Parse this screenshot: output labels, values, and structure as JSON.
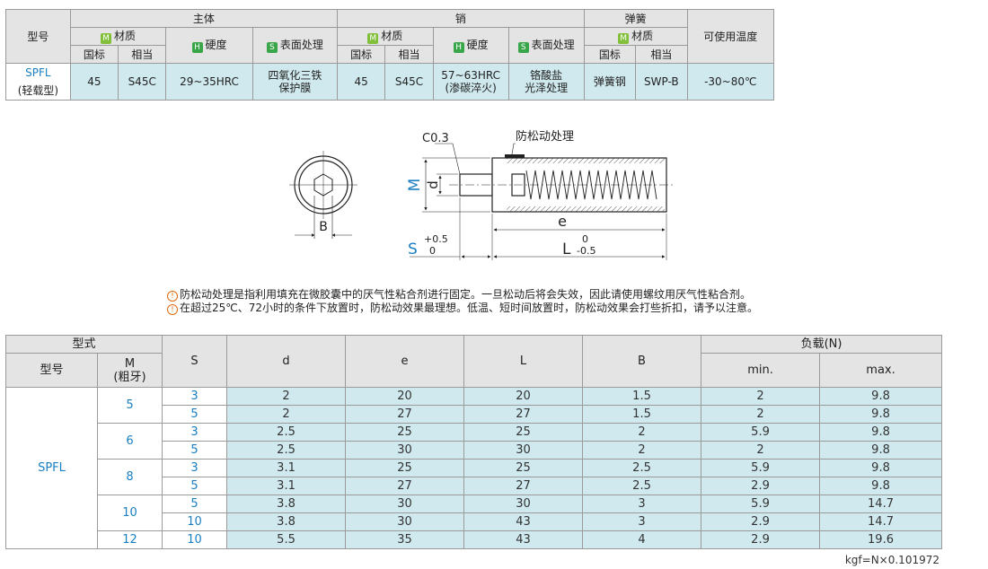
{
  "spec": {
    "header": {
      "model": "型号",
      "body": "主体",
      "pin": "销",
      "spring": "弹簧",
      "temp": "可使用温度",
      "material": "材质",
      "hardness": "硬度",
      "surface": "表面处理",
      "national": "国标",
      "equiv": "相当",
      "badge_m": "M",
      "badge_h": "H",
      "badge_s": "S"
    },
    "row": {
      "model": "SPFL",
      "model_sub": "(轻载型)",
      "body_national": "45",
      "body_equiv": "S45C",
      "body_hardness": "29~35HRC",
      "body_surface_1": "四氧化三铁",
      "body_surface_2": "保护膜",
      "pin_national": "45",
      "pin_equiv": "S45C",
      "pin_hardness_1": "57~63HRC",
      "pin_hardness_2": "(渗碳淬火)",
      "pin_surface_1": "铬酸盐",
      "pin_surface_2": "光泽处理",
      "spring_national": "弹簧钢",
      "spring_equiv": "SWP-B",
      "temp": "-30~80℃"
    }
  },
  "drawing": {
    "chamfer": "C0.3",
    "locking": "防松动处理",
    "label_M": "M",
    "label_d": "d",
    "label_B": "B",
    "label_e": "e",
    "label_S": "S",
    "s_tol_upper": "+0.5",
    "s_tol_lower": "0",
    "label_L": "L",
    "l_tol_upper": "0",
    "l_tol_lower": "-0.5"
  },
  "notes": [
    "防松动处理是指利用填充在微胶囊中的厌气性粘合剂进行固定。一旦松动后将会失效，因此请使用螺纹用厌气性粘合剂。",
    "在超过25℃、72小时的条件下放置时，防松动效果最理想。低温、短时间放置时，防松动效果会打些折扣，请予以注意。"
  ],
  "note_icon": "!",
  "table": {
    "header": {
      "type": "型式",
      "model": "型号",
      "m": "M",
      "m_sub": "(粗牙)",
      "s": "S",
      "d": "d",
      "e": "e",
      "l": "L",
      "b": "B",
      "load": "负载(N)",
      "min": "min.",
      "max": "max."
    },
    "model": "SPFL",
    "m_groups": [
      "5",
      "6",
      "8",
      "10",
      "12"
    ],
    "rows": [
      {
        "s": "3",
        "d": "2",
        "e": "20",
        "l": "20",
        "b": "1.5",
        "min": "2",
        "max": "9.8"
      },
      {
        "s": "5",
        "d": "2",
        "e": "27",
        "l": "27",
        "b": "1.5",
        "min": "2",
        "max": "9.8"
      },
      {
        "s": "3",
        "d": "2.5",
        "e": "25",
        "l": "25",
        "b": "2",
        "min": "5.9",
        "max": "9.8"
      },
      {
        "s": "5",
        "d": "2.5",
        "e": "30",
        "l": "30",
        "b": "2",
        "min": "2",
        "max": "9.8"
      },
      {
        "s": "3",
        "d": "3.1",
        "e": "25",
        "l": "25",
        "b": "2.5",
        "min": "5.9",
        "max": "9.8"
      },
      {
        "s": "5",
        "d": "3.1",
        "e": "27",
        "l": "27",
        "b": "2.5",
        "min": "2.9",
        "max": "9.8"
      },
      {
        "s": "5",
        "d": "3.8",
        "e": "30",
        "l": "30",
        "b": "3",
        "min": "5.9",
        "max": "14.7"
      },
      {
        "s": "10",
        "d": "3.8",
        "e": "30",
        "l": "43",
        "b": "3",
        "min": "2.9",
        "max": "14.7"
      },
      {
        "s": "10",
        "d": "5.5",
        "e": "35",
        "l": "43",
        "b": "4",
        "min": "2.9",
        "max": "19.6"
      }
    ]
  },
  "footnote": "kgf=N×0.101972"
}
